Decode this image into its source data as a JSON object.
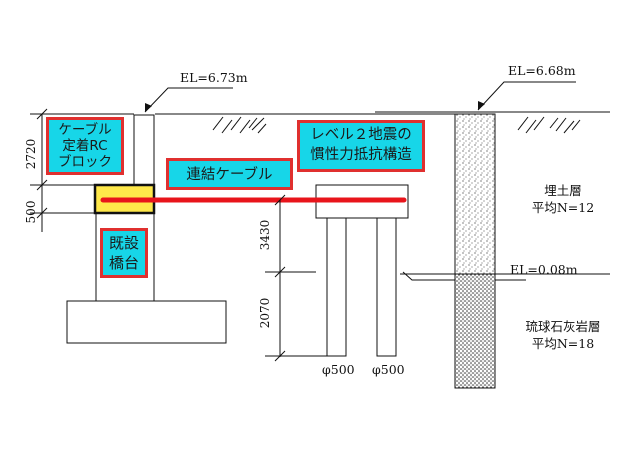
{
  "elevations": {
    "left_top": "EL=6.73m",
    "right_top": "EL=6.68m",
    "layer_boundary": "EL=0.08m"
  },
  "dimensions": {
    "d2720": "2720",
    "d500": "500",
    "d3430": "3430",
    "d2070": "2070"
  },
  "labels": {
    "anchor_block": [
      "ケーブル",
      "定着RC",
      "ブロック"
    ],
    "existing_abutment": [
      "既設",
      "橋台"
    ],
    "connection_cable": "連結ケーブル",
    "inertia_structure": [
      "レベル２地震の",
      "慣性力抵抗構造"
    ]
  },
  "piles": {
    "left": "φ500",
    "right": "φ500"
  },
  "soil_layers": {
    "fill": [
      "埋土層",
      "平均N=12"
    ],
    "limestone": [
      "琉球石灰岩層",
      "平均N=18"
    ]
  },
  "colors": {
    "label_fill": "#17d6e8",
    "label_border": "#e0302f",
    "cable": "#e8141b",
    "anchor_fill": "#ffe84a"
  }
}
